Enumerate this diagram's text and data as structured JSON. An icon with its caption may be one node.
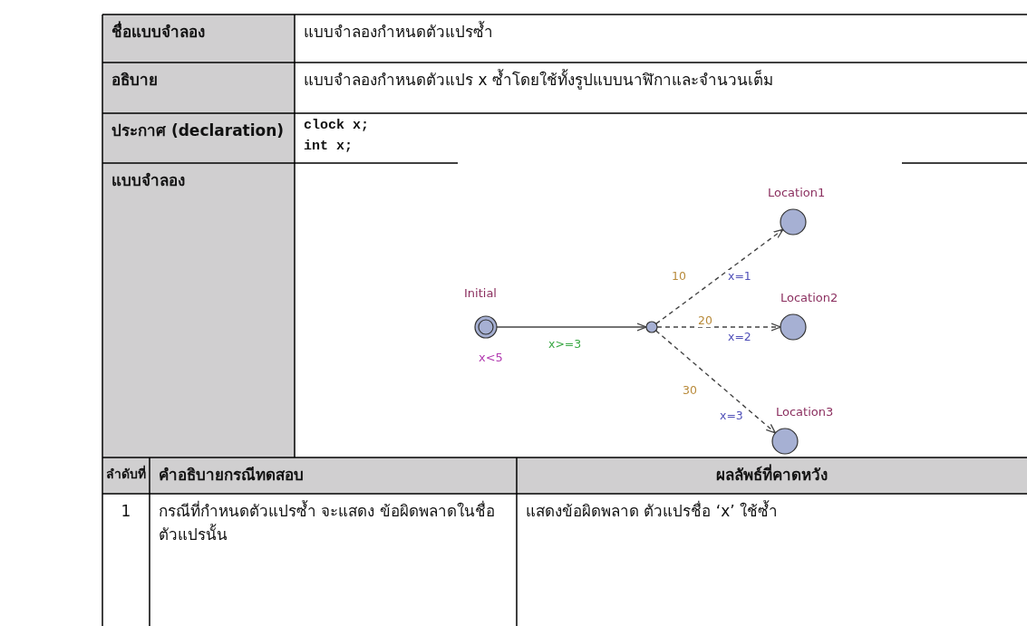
{
  "diagram": {
    "nodes": [
      {
        "text": [
          "Initial"
        ],
        "beside": [
          "x<5"
        ]
      },
      {
        "text": [],
        "shape": "circle"
      },
      {
        "text": [
          "Location1"
        ]
      },
      {
        "text": [
          "Location2"
        ]
      },
      {
        "text": [
          "Location3"
        ]
      }
    ],
    "edges": [
      {
        "from": 0,
        "to": 1,
        "arrow": "to",
        "label": "x>=3"
      },
      {
        "from": 1,
        "to": 2,
        "arrow": "to",
        "label": "x=1",
        "style": "dashed"
      },
      {
        "from": 1,
        "to": 3,
        "arrow": "to",
        "label": "x=2",
        "style": "dashed"
      },
      {
        "from": 1,
        "to": 4,
        "arrow": "to",
        "label": "x=3",
        "style": "dashed"
      }
    ],
    "labels": [
      "ชื่อแบบจำลอง",
      "แบบจำลองกำหนดตัวแปรซ้ำ",
      "อธิบาย",
      "แบบจำลองกำหนดตัวแปร x ซ้ำโดยใช้ทั้งรูปแบบนาฬิกาและจำนวนเต็ม",
      "ประกาศ (declaration)",
      "clock x;",
      "int x;",
      "แบบจำลอง",
      "10",
      "20",
      "30",
      "ลำดับที่",
      "คำอธิบายกรณีทดสอบ",
      "ผลลัพธ์ที่คาดหวัง",
      "1",
      "กรณีที่กำหนดตัวแปรซ้ำ จะแสดง ข้อผิดพลาดในชื่อตัวแปรนั้น",
      "แสดงข้อผิดพลาด ตัวแปรชื่อ ‘x’ ใช้ซ้ำ"
    ]
  }
}
